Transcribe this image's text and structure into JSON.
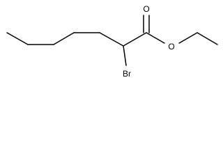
{
  "diagram": {
    "type": "skeletal-structure",
    "atoms": {
      "carbonyl_oxygen": "O",
      "ester_oxygen": "O",
      "bromine": "Br"
    }
  }
}
